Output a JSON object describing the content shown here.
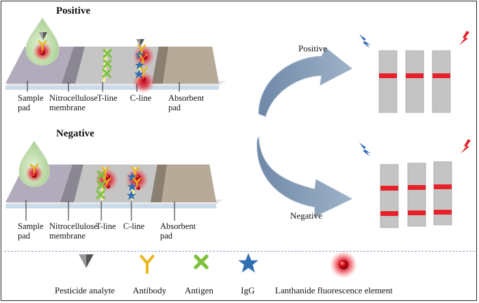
{
  "panels": {
    "positive": {
      "title": "Positive",
      "labels": {
        "sample": "Sample\npad",
        "nitro": "Nitrocellulose\nmembrane",
        "tline": "T-line",
        "cline": "C-line",
        "absorbent": "Absorbent\npad"
      }
    },
    "negative": {
      "title": "Negative",
      "labels": {
        "sample": "Sample\npad",
        "nitro": "Nitrocellulose\nmembrane",
        "tline": "T-line",
        "cline": "C-line",
        "absorbent": "Absorbent\npad"
      }
    }
  },
  "arrows": {
    "positive": "Positive",
    "negative": "Negative"
  },
  "result_strips": {
    "positive": {
      "strip_count": 3,
      "band_count": 1
    },
    "negative": {
      "strip_count": 3,
      "band_count": 2
    }
  },
  "legend": [
    {
      "icon": "pesticide-analyte-icon",
      "label": "Pesticide analyte"
    },
    {
      "icon": "antibody-icon",
      "label": "Antibody"
    },
    {
      "icon": "antigen-icon",
      "label": "Antigen"
    },
    {
      "icon": "igg-icon",
      "label": "IgG"
    },
    {
      "icon": "lanthanide-fluorescence-icon",
      "label": "Lanthanide fluorescence element"
    }
  ],
  "colors": {
    "strip_gray": "#c4c4c4",
    "band_red": "#e8202a",
    "arrow_blue": "#7f98b6",
    "fluor_red": "#d0101a",
    "antigen_green": "#7fc241",
    "igg_blue": "#2f6fb2",
    "antibody_yellow": "#e8b61e"
  }
}
